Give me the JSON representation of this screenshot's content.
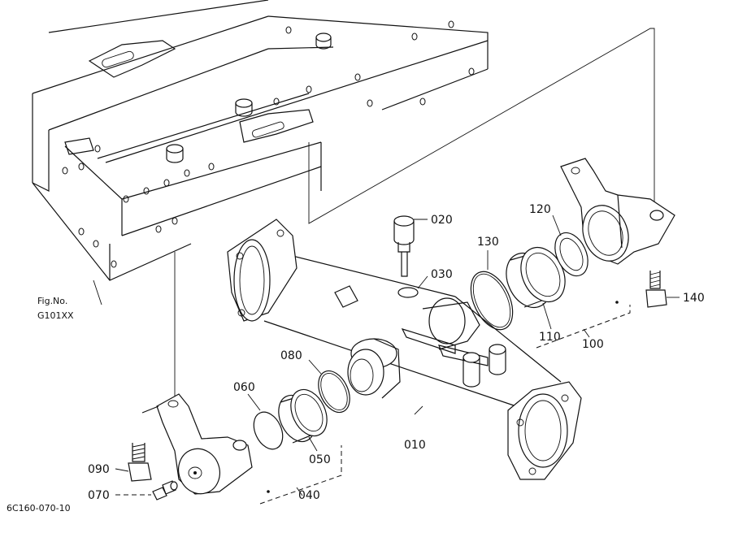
{
  "diagram": {
    "ref_figure_line1": "Fig.No.",
    "ref_figure_line2": "G101XX",
    "drawing_code": "6C160-070-10",
    "callouts": {
      "p010": "010",
      "p020": "020",
      "p030": "030",
      "p040": "040",
      "p050": "050",
      "p060": "060",
      "p070": "070",
      "p080": "080",
      "p090": "090",
      "p100": "100",
      "p110": "110",
      "p120": "120",
      "p130": "130",
      "p140": "140"
    }
  }
}
